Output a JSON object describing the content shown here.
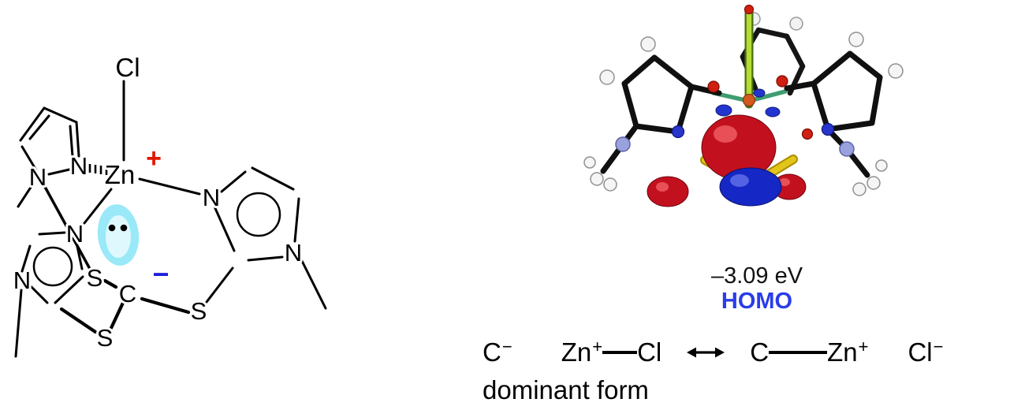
{
  "colors": {
    "plus_charge": "#e01800",
    "minus_charge": "#1f1fd6",
    "homo_label": "#2a3cea",
    "lone_pair": "#90e7f7",
    "orbital_red": "#c3101f",
    "orbital_blue": "#1527c4",
    "sulfur_bond_yellow": "#e3c51a",
    "chloride_rod_green": "#b5dd35"
  },
  "structure_2d": {
    "chlorine": "Cl",
    "zinc": "Zn",
    "nitrogen": "N",
    "sulfur": "S",
    "carbanion": "C",
    "plus": "+",
    "minus": "−"
  },
  "orbital_panel": {
    "energy": "–3.09 eV",
    "orbital_label": "HOMO"
  },
  "resonance": {
    "left_form": {
      "carbon": "C",
      "carbon_charge": "−",
      "zinc": "Zn",
      "zinc_charge": "+",
      "chlorine": "Cl"
    },
    "right_form": {
      "carbon": "C",
      "zinc": "Zn",
      "zinc_charge": "+",
      "chlorine": "Cl",
      "chlorine_charge": "−"
    },
    "caption": "dominant form"
  }
}
